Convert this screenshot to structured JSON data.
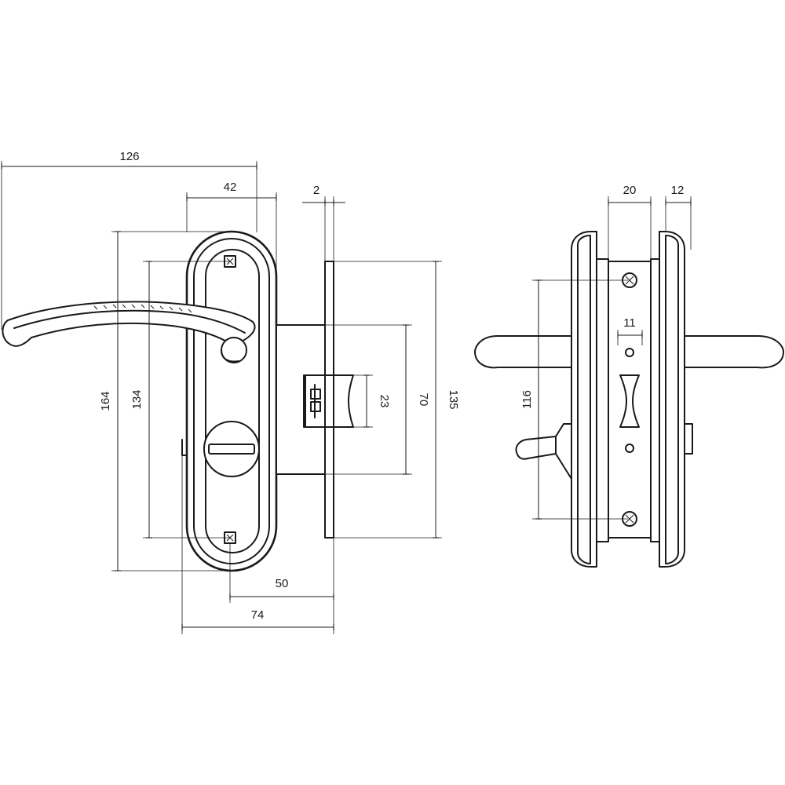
{
  "drawing": {
    "dimensions": {
      "overall_width": "126",
      "plate_width": "42",
      "faceplate_thickness": "2",
      "plate_height": "164",
      "screw_spacing_front": "134",
      "backset_spindle": "50",
      "backset_total": "74",
      "latch_height": "23",
      "body_height": "70",
      "faceplate_height": "135",
      "body_depth": "20",
      "plate_depth": "12",
      "spindle_square": "11",
      "screw_spacing_side": "116"
    }
  }
}
